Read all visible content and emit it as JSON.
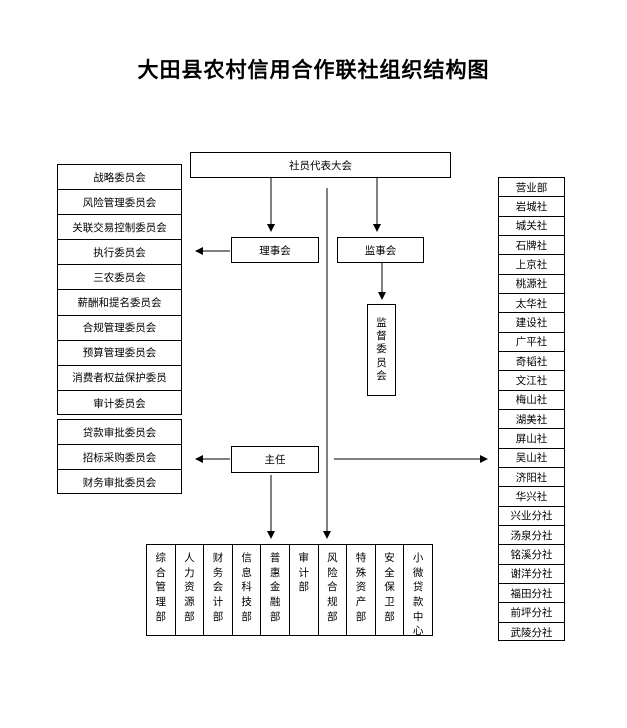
{
  "title": "大田县农村信用合作联社组织结构图",
  "nodes": {
    "assembly": "社员代表大会",
    "board": "理事会",
    "supervisors": "监事会",
    "supervision_committee": "监督委员会",
    "director": "主任"
  },
  "board_committees": [
    "战略委员会",
    "风险管理委员会",
    "关联交易控制委员会",
    "执行委员会",
    "三农委员会",
    "薪酬和提名委员会",
    "合规管理委员会",
    "预算管理委员会",
    "消费者权益保护委员",
    "审计委员会"
  ],
  "director_committees": [
    "贷款审批委员会",
    "招标采购委员会",
    "财务审批委员会"
  ],
  "departments": [
    "综合管理部",
    "人力资源部",
    "财务会计部",
    "信息科技部",
    "普惠金融部",
    "审计部",
    "风险合规部",
    "特殊资产部",
    "安全保卫部",
    "小微贷款中心"
  ],
  "branches": [
    "营业部",
    "岩城社",
    "城关社",
    "石牌社",
    "上京社",
    "桃源社",
    "太华社",
    "建设社",
    "广平社",
    "奇韬社",
    "文江社",
    "梅山社",
    "湖美社",
    "屏山社",
    "吴山社",
    "济阳社",
    "华兴社",
    "兴业分社",
    "汤泉分社",
    "铭溪分社",
    "谢洋分社",
    "福田分社",
    "前坪分社",
    "武陵分社"
  ]
}
